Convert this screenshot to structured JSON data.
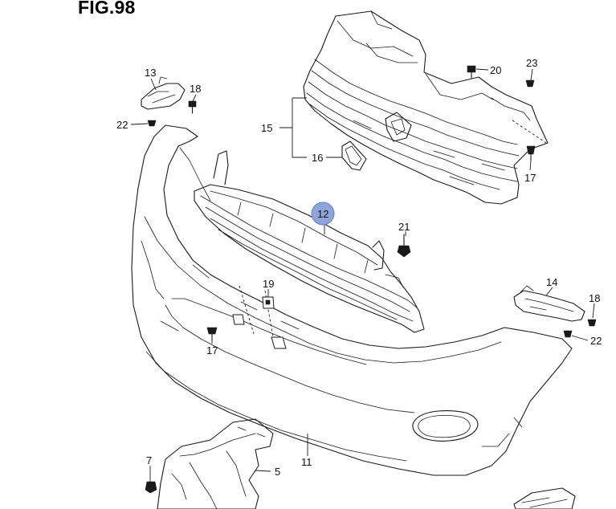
{
  "figure": {
    "title": "FIG.98",
    "highlight_color": "#8fa4d8"
  },
  "callouts": {
    "c5": "5",
    "c7": "7",
    "c11": "11",
    "c12": "12",
    "c13": "13",
    "c14": "14",
    "c15": "15",
    "c16": "16",
    "c17a": "17",
    "c17b": "17",
    "c18a": "18",
    "c18b": "18",
    "c19": "19",
    "c20": "20",
    "c21": "21",
    "c22a": "22",
    "c22b": "22",
    "c23": "23"
  }
}
